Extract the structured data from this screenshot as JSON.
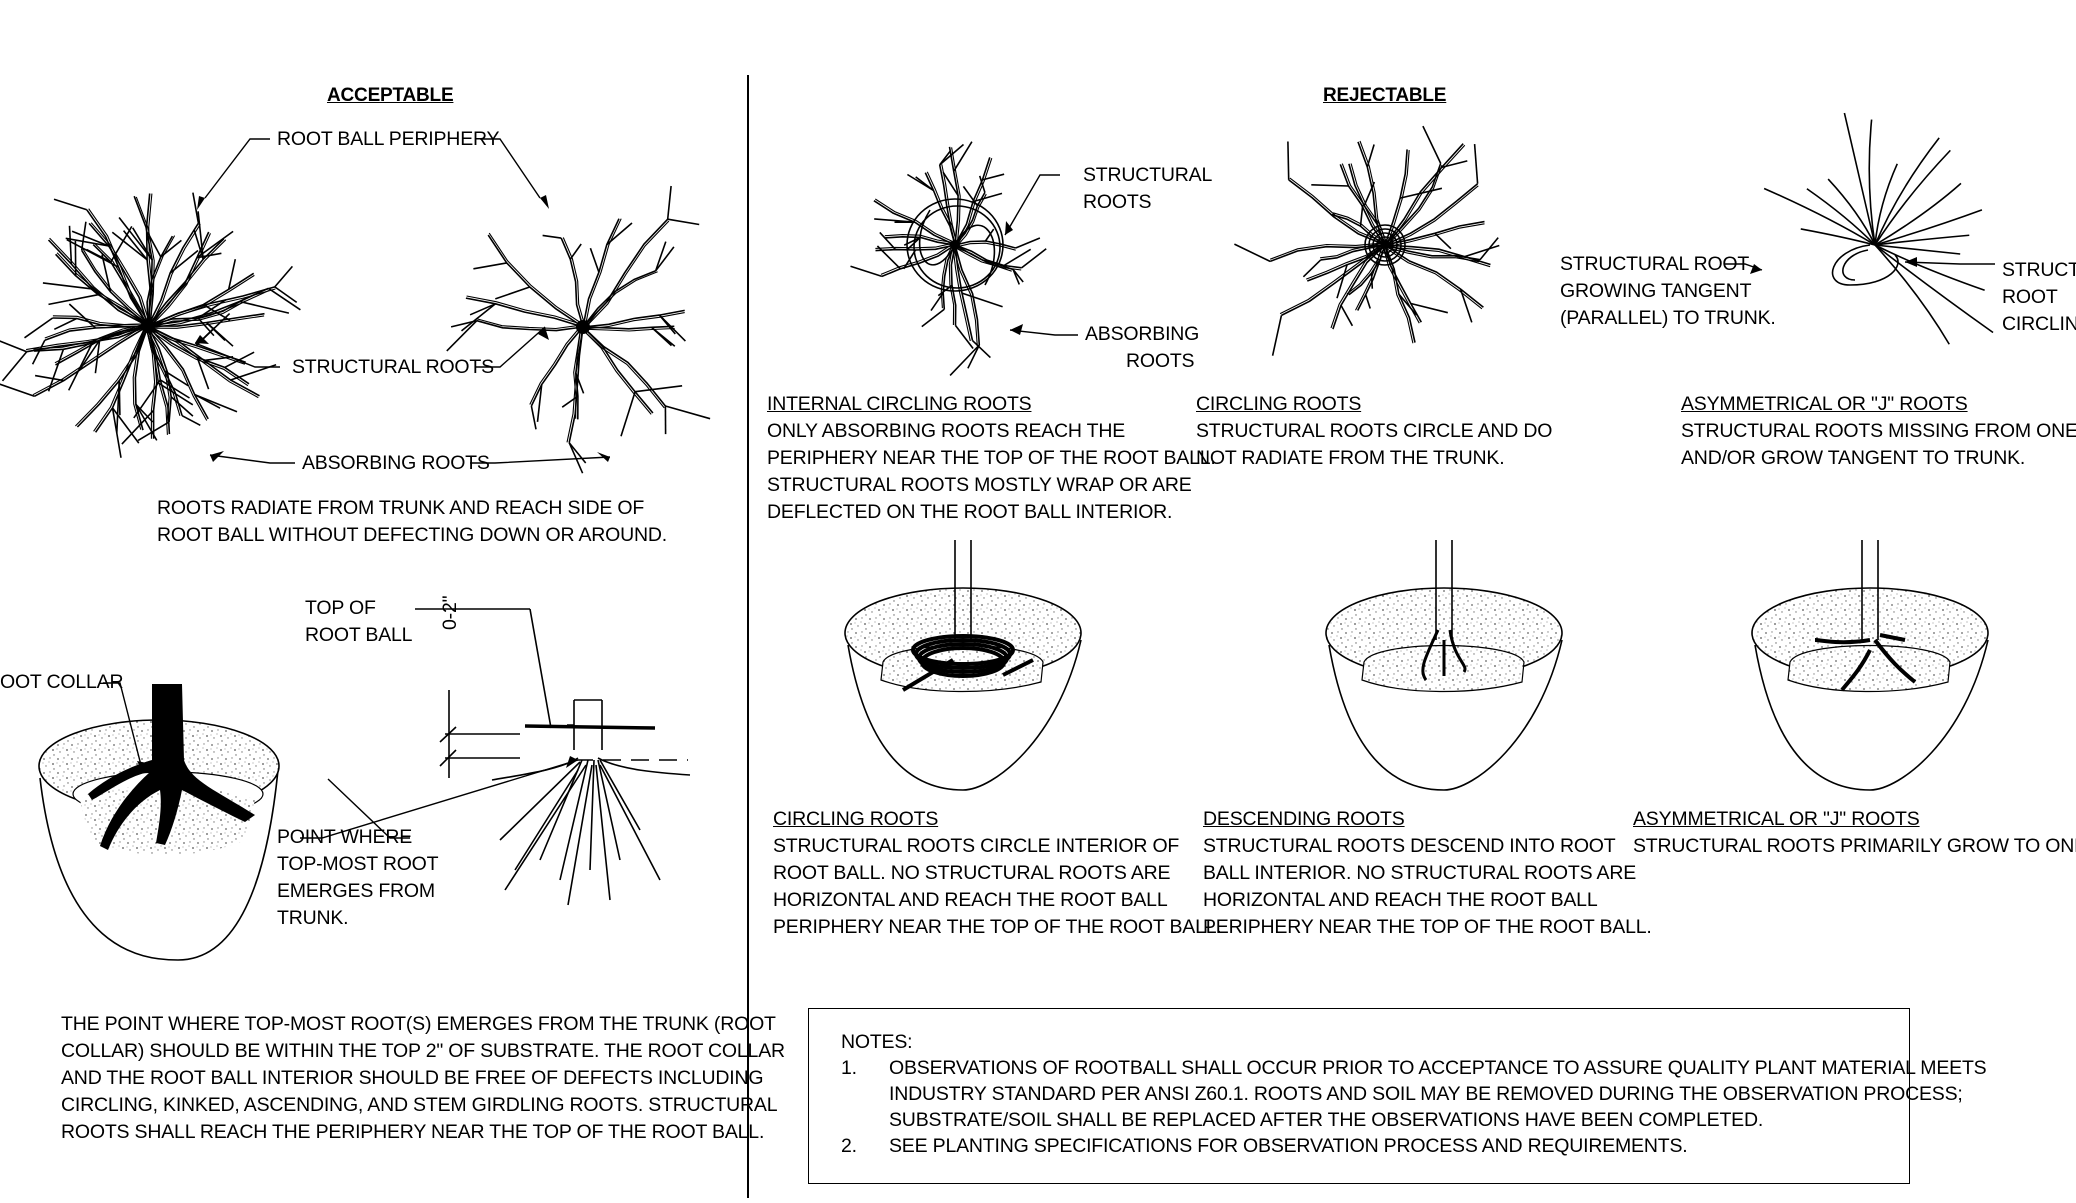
{
  "acceptable": {
    "heading": "ACCEPTABLE",
    "label_periphery": "ROOT BALL PERIPHERY",
    "label_structural": "STRUCTURAL ROOTS",
    "label_absorbing": "ABSORBING ROOTS",
    "caption": [
      "ROOTS RADIATE FROM TRUNK AND REACH SIDE OF",
      "ROOT BALL WITHOUT DEFECTING DOWN OR AROUND."
    ],
    "label_top_of_root_ball": [
      "TOP OF",
      "ROOT BALL"
    ],
    "label_root_collar": "OOT COLLAR",
    "dimension": "0-2\"",
    "label_point_where": [
      "POINT WHERE",
      "TOP-MOST ROOT",
      "EMERGES FROM",
      "TRUNK."
    ],
    "paragraph": [
      "THE POINT WHERE TOP-MOST ROOT(S) EMERGES FROM THE TRUNK (ROOT",
      "COLLAR) SHOULD BE WITHIN THE TOP 2\" OF SUBSTRATE. THE ROOT COLLAR",
      "AND THE ROOT BALL INTERIOR SHOULD BE FREE OF DEFECTS INCLUDING",
      "CIRCLING, KINKED, ASCENDING, AND STEM GIRDLING ROOTS. STRUCTURAL",
      "ROOTS SHALL REACH THE PERIPHERY NEAR THE TOP OF THE ROOT BALL."
    ]
  },
  "rejectable": {
    "heading": "REJECTABLE",
    "label_structural": [
      "STRUCTURAL",
      "ROOTS"
    ],
    "label_absorbing": [
      "ABSORBING",
      "ROOTS"
    ],
    "label_tangent": [
      "STRUCTURAL ROOT",
      "GROWING TANGENT",
      "(PARALLEL) TO TRUNK."
    ],
    "label_circling_cut": [
      "STRUCTU",
      "ROOT",
      "CIRCLING"
    ],
    "top_captions": [
      {
        "title": "INTERNAL CIRCLING ROOTS",
        "lines": [
          "ONLY ABSORBING ROOTS REACH THE",
          "PERIPHERY NEAR THE TOP OF THE ROOT BALL.",
          "STRUCTURAL ROOTS MOSTLY WRAP OR ARE",
          "DEFLECTED ON THE ROOT BALL INTERIOR."
        ]
      },
      {
        "title": "CIRCLING ROOTS",
        "lines": [
          "STRUCTURAL ROOTS CIRCLE AND DO",
          "NOT RADIATE FROM THE TRUNK."
        ]
      },
      {
        "title": "ASYMMETRICAL OR \"J\" ROOTS",
        "lines": [
          "STRUCTURAL ROOTS MISSING FROM ONE SIDE",
          "AND/OR GROW TANGENT TO TRUNK."
        ]
      }
    ],
    "bottom_captions": [
      {
        "title": "CIRCLING ROOTS",
        "lines": [
          "STRUCTURAL ROOTS CIRCLE INTERIOR OF",
          "ROOT BALL. NO STRUCTURAL ROOTS ARE",
          "HORIZONTAL AND REACH THE ROOT BALL",
          "PERIPHERY NEAR THE TOP OF THE ROOT BALL."
        ]
      },
      {
        "title": "DESCENDING ROOTS",
        "lines": [
          "STRUCTURAL ROOTS DESCEND INTO ROOT",
          "BALL INTERIOR. NO STRUCTURAL ROOTS ARE",
          "HORIZONTAL AND REACH THE ROOT BALL",
          "PERIPHERY NEAR THE TOP OF THE ROOT BALL."
        ]
      },
      {
        "title": "ASYMMETRICAL OR \"J\" ROOTS",
        "lines": [
          "STRUCTURAL ROOTS PRIMARILY GROW TO ONE SIDE"
        ]
      }
    ]
  },
  "notes": {
    "title": "NOTES:",
    "items": [
      {
        "num": "1.",
        "lines": [
          "OBSERVATIONS OF ROOTBALL SHALL OCCUR PRIOR TO ACCEPTANCE TO ASSURE QUALITY PLANT MATERIAL MEETS",
          "INDUSTRY STANDARD PER ANSI Z60.1. ROOTS AND SOIL MAY BE REMOVED DURING THE OBSERVATION PROCESS;",
          "SUBSTRATE/SOIL SHALL BE REPLACED AFTER THE OBSERVATIONS HAVE BEEN COMPLETED."
        ]
      },
      {
        "num": "2.",
        "lines": [
          "SEE PLANTING SPECIFICATIONS FOR OBSERVATION PROCESS AND REQUIREMENTS."
        ]
      }
    ]
  }
}
